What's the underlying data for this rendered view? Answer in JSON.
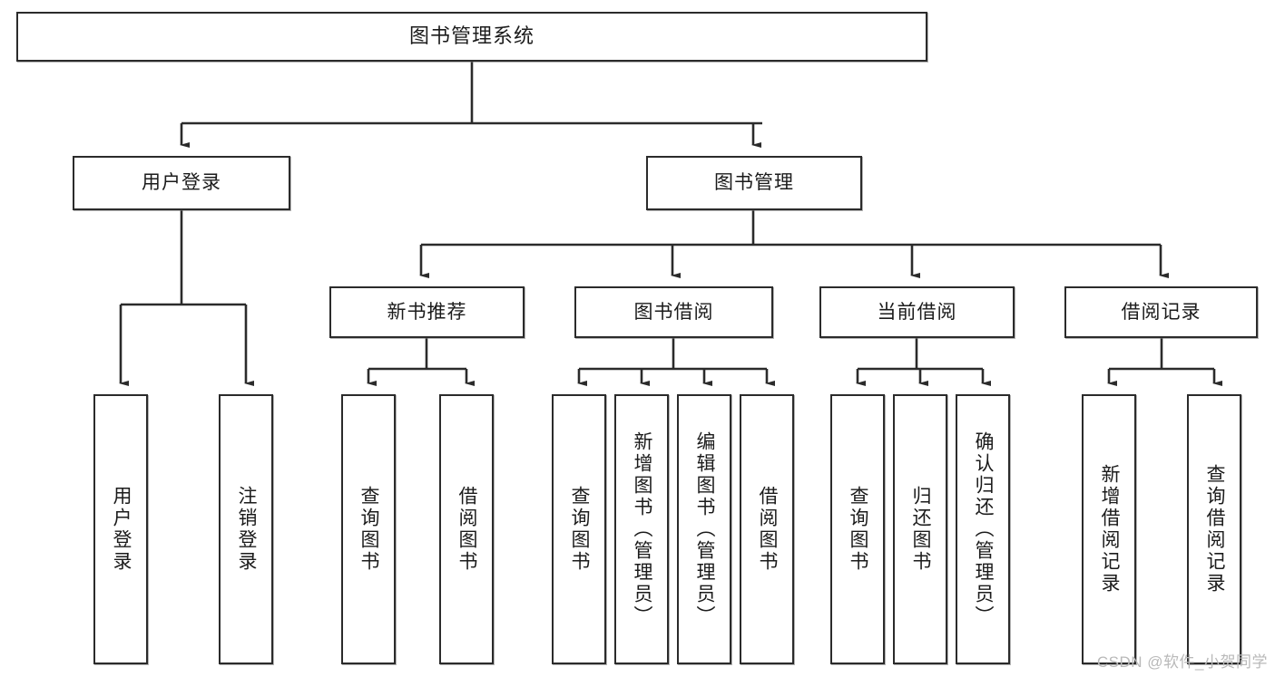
{
  "diagram": {
    "title": "图书管理系统",
    "type": "hierarchy-tree",
    "watermark": "CSDN @软件_小贺同学",
    "colors": {
      "stroke": "#2b2b2b",
      "fill": "#ffffff",
      "text": "#1b1b1b",
      "watermark": "#b9b9b9"
    },
    "levels": {
      "root": {
        "label": "图书管理系统"
      },
      "level2": [
        {
          "label": "用户登录"
        },
        {
          "label": "图书管理"
        }
      ],
      "level3": [
        {
          "label": "新书推荐"
        },
        {
          "label": "图书借阅"
        },
        {
          "label": "当前借阅"
        },
        {
          "label": "借阅记录"
        }
      ],
      "leaves": {
        "user_login": [
          {
            "label": "用户登录"
          },
          {
            "label": "注销登录"
          }
        ],
        "new_book_recommend": [
          {
            "label": "查询图书"
          },
          {
            "label": "借阅图书"
          }
        ],
        "book_borrow": [
          {
            "label": "查询图书"
          },
          {
            "label": "新增图书（管理员）"
          },
          {
            "label": "编辑图书（管理员）"
          },
          {
            "label": "借阅图书"
          }
        ],
        "current_borrow": [
          {
            "label": "查询图书"
          },
          {
            "label": "归还图书"
          },
          {
            "label": "确认归还（管理员）"
          }
        ],
        "borrow_record": [
          {
            "label": "新增借阅记录"
          },
          {
            "label": "查询借阅记录"
          }
        ]
      }
    }
  }
}
